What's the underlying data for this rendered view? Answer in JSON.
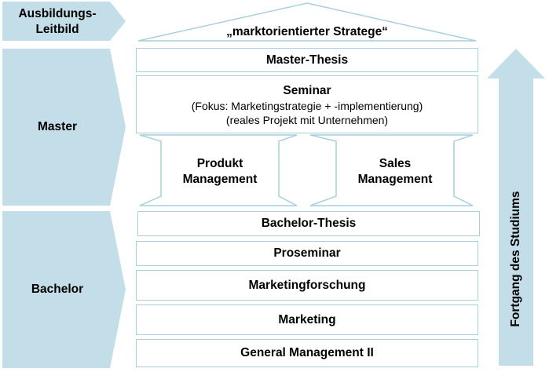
{
  "colors": {
    "accent_fill": "#c3dee8",
    "border": "#a9cfdc",
    "text": "#000000"
  },
  "left": {
    "ausbildungsleitbild": {
      "line1": "Ausbildungs-",
      "line2": "Leitbild"
    },
    "master": "Master",
    "bachelor": "Bachelor"
  },
  "roof": "„marktorientierter Stratege“",
  "master_thesis": "Master-Thesis",
  "seminar": {
    "title": "Seminar",
    "line1": "(Fokus: Marketingstrategie + -implementierung)",
    "line2": "(reales Projekt mit Unternehmen)"
  },
  "pillars": {
    "left": {
      "line1": "Produkt",
      "line2": "Management"
    },
    "right": {
      "line1": "Sales",
      "line2": "Management"
    }
  },
  "bachelor_stack": [
    "Bachelor-Thesis",
    "Proseminar",
    "Marketingforschung",
    "Marketing",
    "General Management II"
  ],
  "arrow_label": "Fortgang des Studiums"
}
